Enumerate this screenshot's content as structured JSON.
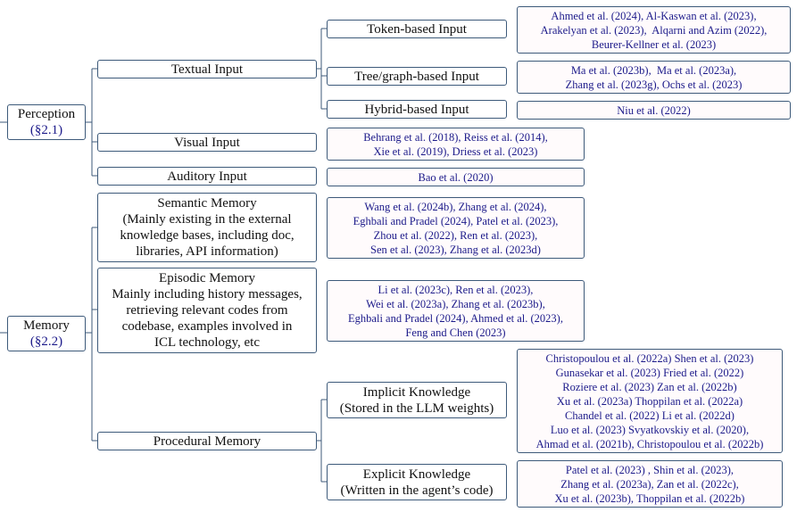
{
  "colors": {
    "border": "#3d5a7a",
    "edge": "#3d5a7a",
    "citation": "#1c1a8a",
    "leaf_fill": "#fffbfc"
  },
  "perception": {
    "label": "Perception",
    "section": "(§2.1)",
    "textual_input": {
      "label": "Textual Input",
      "token_based": {
        "label": "Token-based Input",
        "refs": [
          "Ahmed et al. (2024), Al-Kaswan et al. (2023),",
          "Arakelyan et al. (2023),  Alqarni and Azim (2022),",
          "Beurer-Kellner et al. (2023)"
        ]
      },
      "tree_graph": {
        "label": "Tree/graph-based Input",
        "refs": [
          "Ma et al. (2023b),  Ma et al. (2023a),",
          "Zhang et al. (2023g), Ochs et al. (2023)"
        ]
      },
      "hybrid": {
        "label": "Hybrid-based Input",
        "refs": [
          "Niu et al. (2022)"
        ]
      }
    },
    "visual_input": {
      "label": "Visual Input",
      "refs": [
        "Behrang et al. (2018), Reiss et al. (2014),",
        "Xie et al. (2019), Driess et al. (2023)"
      ]
    },
    "auditory_input": {
      "label": "Auditory Input",
      "refs": [
        "Bao et al. (2020)"
      ]
    }
  },
  "memory": {
    "label": "Memory",
    "section": "(§2.2)",
    "semantic": {
      "lines": [
        "Semantic Memory",
        "(Mainly existing in the external",
        "knowledge bases, including doc,",
        "libraries, API information)"
      ],
      "refs": [
        "Wang et al. (2024b), Zhang et al. (2024),",
        "Eghbali and Pradel (2024), Patel et al. (2023),",
        "Zhou et al. (2022), Ren et al. (2023),",
        "Sen et al. (2023), Zhang et al. (2023d)"
      ]
    },
    "episodic": {
      "lines": [
        "Episodic Memory",
        "Mainly including history messages,",
        "retrieving relevant codes from",
        "codebase, examples involved in",
        "ICL technology, etc"
      ],
      "refs": [
        "Li et al. (2023c), Ren et al. (2023),",
        "Wei et al. (2023a), Zhang et al. (2023b),",
        "Eghbali and Pradel (2024), Ahmed et al. (2023),",
        "Feng and Chen (2023)"
      ]
    },
    "procedural": {
      "label": "Procedural Memory",
      "implicit": {
        "lines": [
          "Implicit Knowledge",
          "(Stored in the LLM weights)"
        ],
        "refs": [
          "Christopoulou et al. (2022a) Shen et al. (2023)",
          "Gunasekar et al. (2023) Fried et al. (2022)",
          "Roziere et al. (2023) Zan et al. (2022b)",
          "Xu et al. (2023a) Thoppilan et al. (2022a)",
          "Chandel et al. (2022) Li et al. (2022d)",
          "Luo et al. (2023) Svyatkovskiy et al. (2020),",
          "Ahmad et al. (2021b), Christopoulou et al. (2022b)"
        ]
      },
      "explicit": {
        "lines": [
          "Explicit Knowledge",
          "(Written in the agent’s code)"
        ],
        "refs": [
          "Patel et al. (2023) , Shin et al. (2023),",
          "Zhang et al. (2023a), Zan et al. (2022c),",
          "Xu et al. (2023b), Thoppilan et al. (2022b)"
        ]
      }
    }
  }
}
